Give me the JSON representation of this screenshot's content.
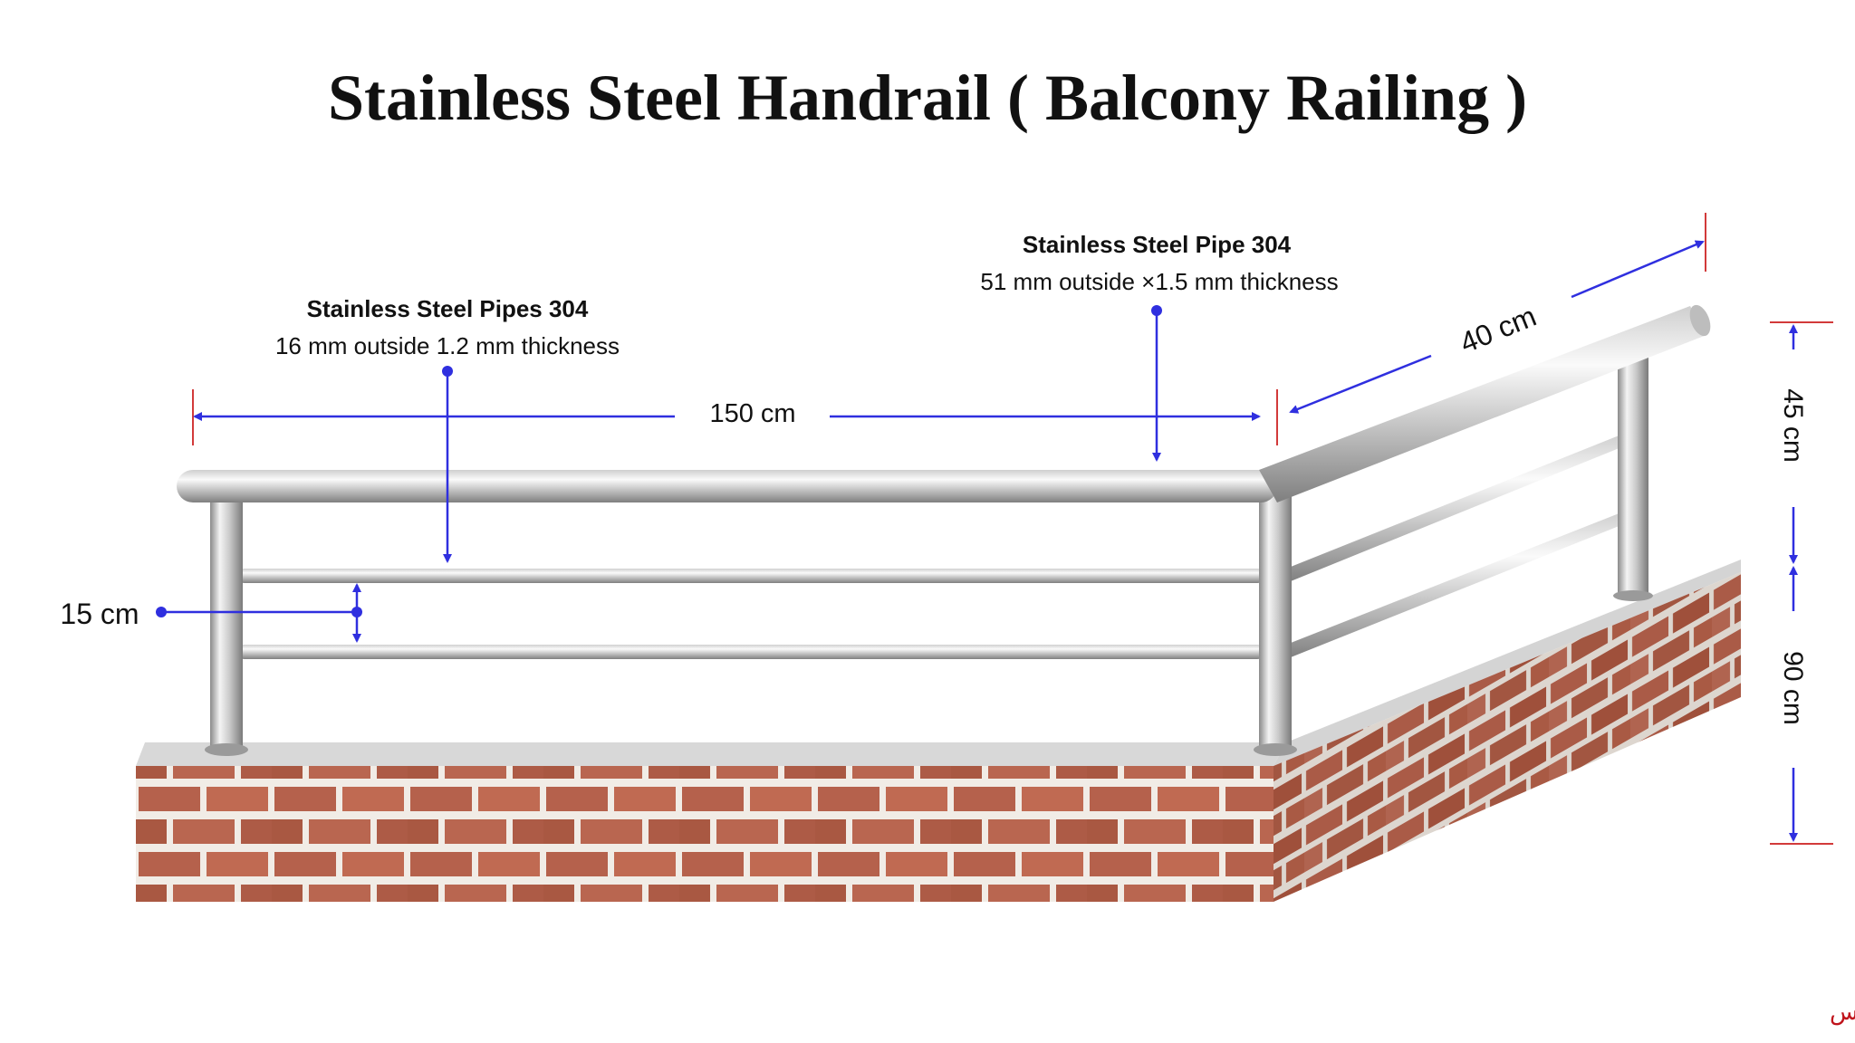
{
  "title": "Stainless Steel Handrail ( Balcony Railing )",
  "callouts": {
    "small_pipes": {
      "heading": "Stainless Steel Pipes 304",
      "spec": "16 mm outside  1.2 mm thickness"
    },
    "main_pipe": {
      "heading": "Stainless Steel Pipe 304",
      "spec": "51 mm outside ×1.5 mm thickness"
    }
  },
  "dimensions": {
    "length": "150 cm",
    "incline": "40 cm",
    "spacing": "15 cm",
    "upper_height": "45 cm",
    "wall_height": "90 cm"
  },
  "hashtag": "#لاشين_للاستانلس",
  "colors": {
    "dimension_line": "#2f2fdf",
    "tick_mark": "#d23a3a",
    "brick": "#b5614c",
    "mortar": "#f1ece6",
    "steel_light": "#f2f2f2",
    "steel_dark": "#8c8c8c",
    "hashtag": "#c0141c"
  }
}
